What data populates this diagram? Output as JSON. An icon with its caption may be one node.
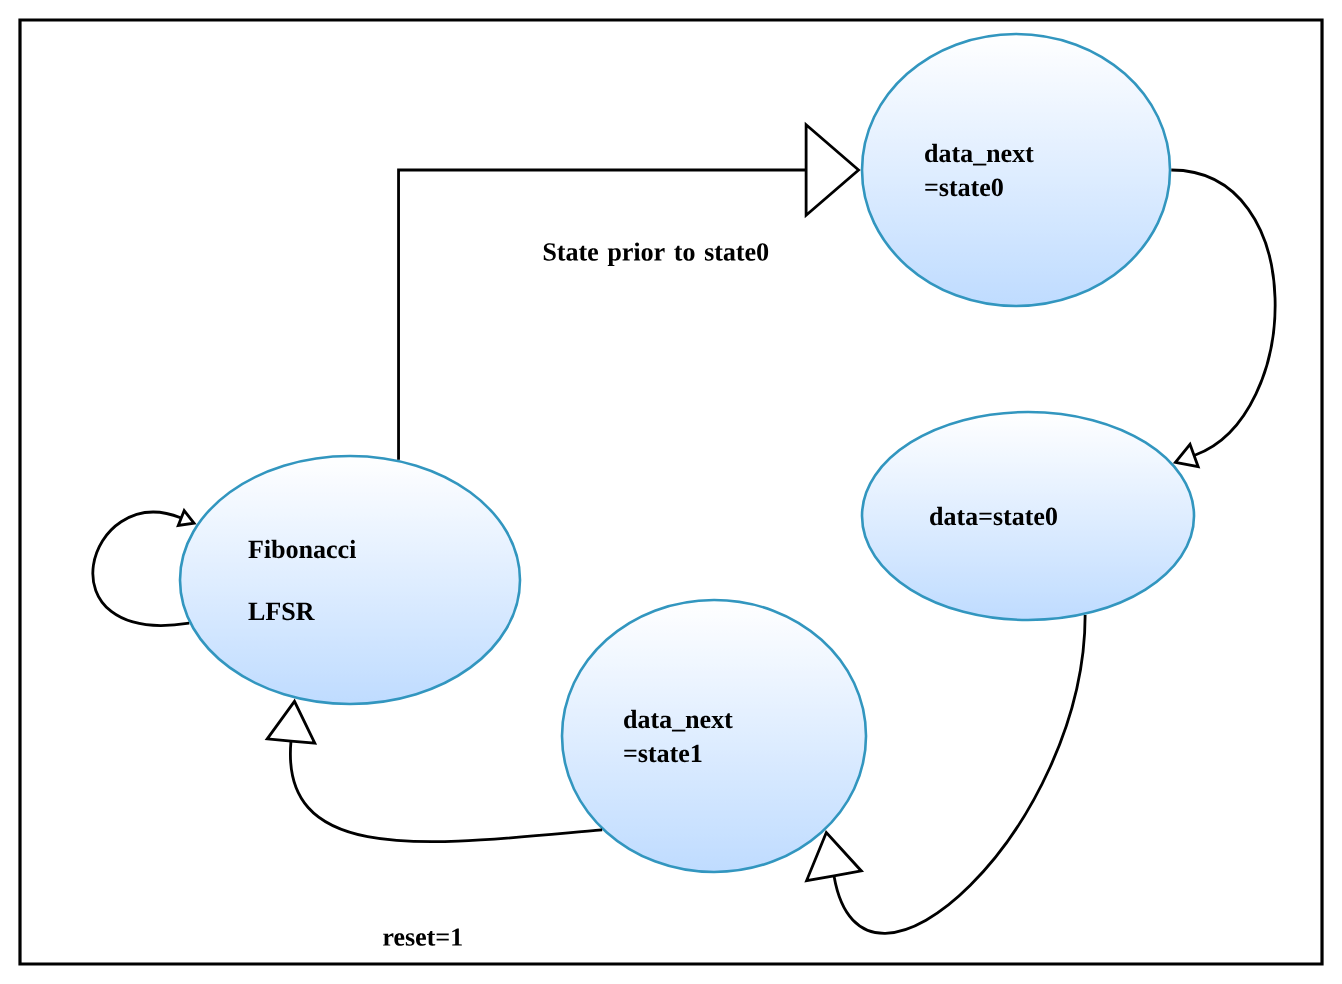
{
  "diagram": {
    "nodes": [
      {
        "text": [
          "Fibonacci",
          "LFSR"
        ]
      },
      {
        "text": [
          "data_next =state0"
        ]
      },
      {
        "text": [
          "data=state0"
        ]
      },
      {
        "text": [
          "data_next =state1"
        ]
      }
    ],
    "edges": [
      {
        "from": 0,
        "to": 0,
        "arrow": "to"
      },
      {
        "from": 0,
        "to": 1,
        "arrow": "to",
        "label": "State prior to state0"
      },
      {
        "from": 1,
        "to": 2,
        "arrow": "to"
      },
      {
        "from": 2,
        "to": 3,
        "arrow": "to"
      },
      {
        "from": 3,
        "to": 0,
        "arrow": "to",
        "label": "reset=1"
      }
    ]
  }
}
